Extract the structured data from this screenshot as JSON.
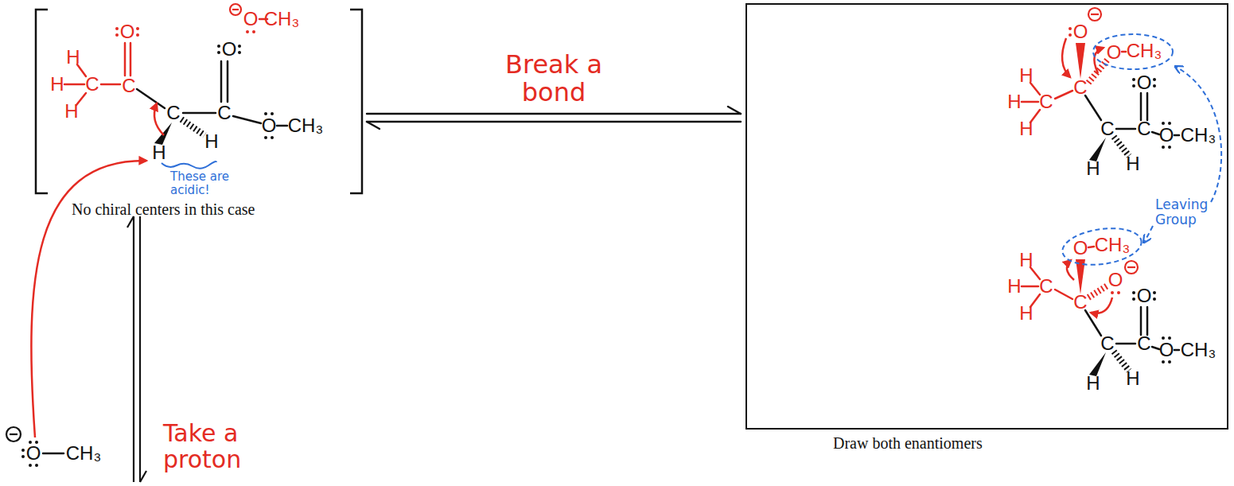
{
  "diagram": {
    "nodes": [
      {
        "text": [
          "No chiral centers in this case"
        ]
      },
      {
        "text": [
          "Draw both enantiomers"
        ]
      }
    ],
    "edges": [
      {
        "from": 0,
        "to": 1,
        "label": "Break a bond",
        "arrow": "both"
      }
    ],
    "labels": [
      "O",
      "H",
      "H",
      "C",
      "C",
      "H",
      "O",
      "CH₃",
      "O",
      "C",
      "C",
      "O",
      "CH₃",
      "H",
      "H",
      "These are acidic!",
      "O",
      "CH₃",
      "Take a proton",
      "O",
      "O",
      "CH₃",
      "H",
      "H",
      "C",
      "C",
      "H",
      "O",
      "C",
      "C",
      "O",
      "CH₃",
      "H",
      "H",
      "Leaving Group",
      "O",
      "CH₃",
      "H",
      "H",
      "C",
      "O",
      "C",
      "O",
      "H",
      "C",
      "C",
      "O",
      "CH₃",
      "H",
      "H"
    ]
  }
}
